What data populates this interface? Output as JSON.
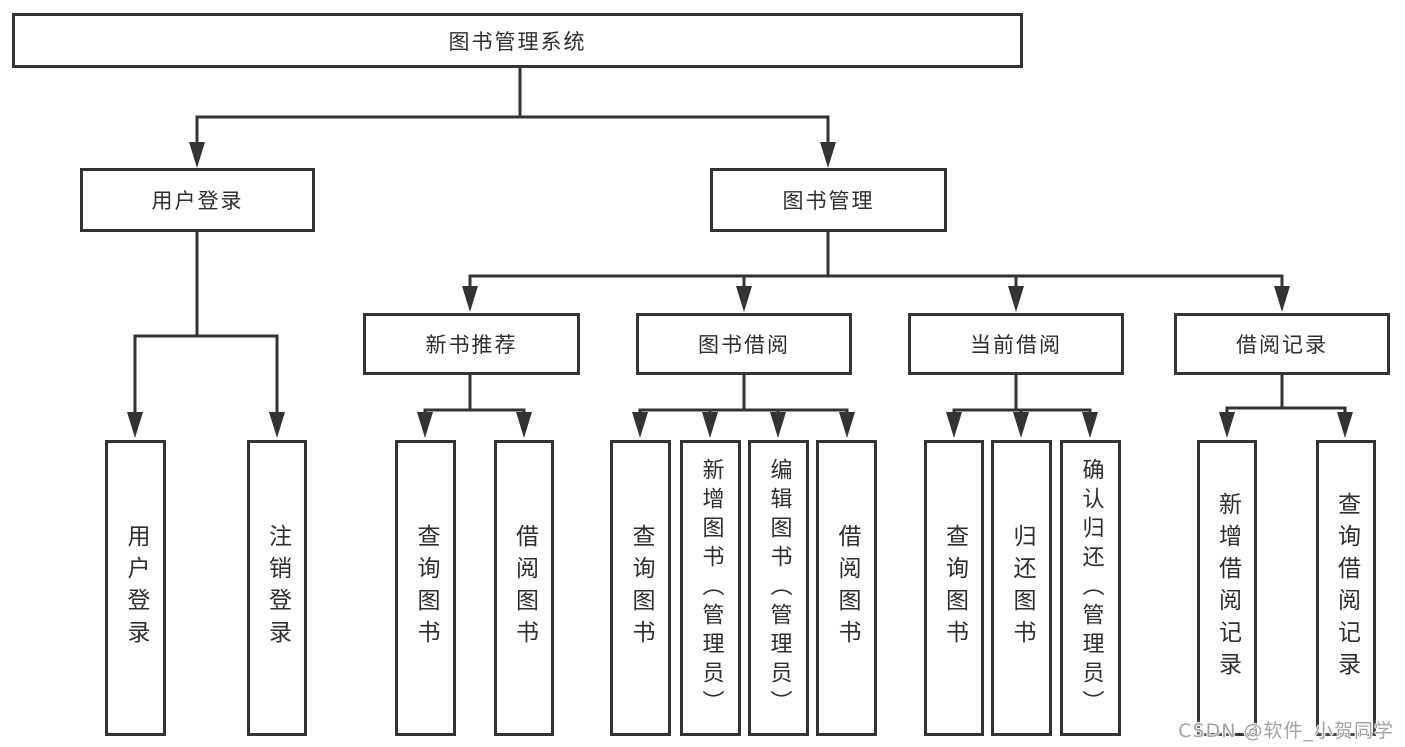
{
  "colors": {
    "line": "#333333",
    "text": "#2e2e2e",
    "watermark": "#a3a3a3",
    "background": "#ffffff"
  },
  "watermark": {
    "text": "CSDN @软件_小贺同学"
  },
  "tree": {
    "root": {
      "label": "图书管理系统"
    },
    "branches": [
      {
        "label": "用户登录",
        "children": [
          {
            "label": "用户登录"
          },
          {
            "label": "注销登录"
          }
        ]
      },
      {
        "label": "图书管理",
        "children": [
          {
            "label": "新书推荐",
            "children": [
              {
                "label": "查询图书"
              },
              {
                "label": "借阅图书"
              }
            ]
          },
          {
            "label": "图书借阅",
            "children": [
              {
                "label": "查询图书"
              },
              {
                "label": "新增图书（管理员）"
              },
              {
                "label": "编辑图书（管理员）"
              },
              {
                "label": "借阅图书"
              }
            ]
          },
          {
            "label": "当前借阅",
            "children": [
              {
                "label": "查询图书"
              },
              {
                "label": "归还图书"
              },
              {
                "label": "确认归还（管理员）"
              }
            ]
          },
          {
            "label": "借阅记录",
            "children": [
              {
                "label": "新增借阅记录"
              },
              {
                "label": "查询借阅记录"
              }
            ]
          }
        ]
      }
    ]
  }
}
